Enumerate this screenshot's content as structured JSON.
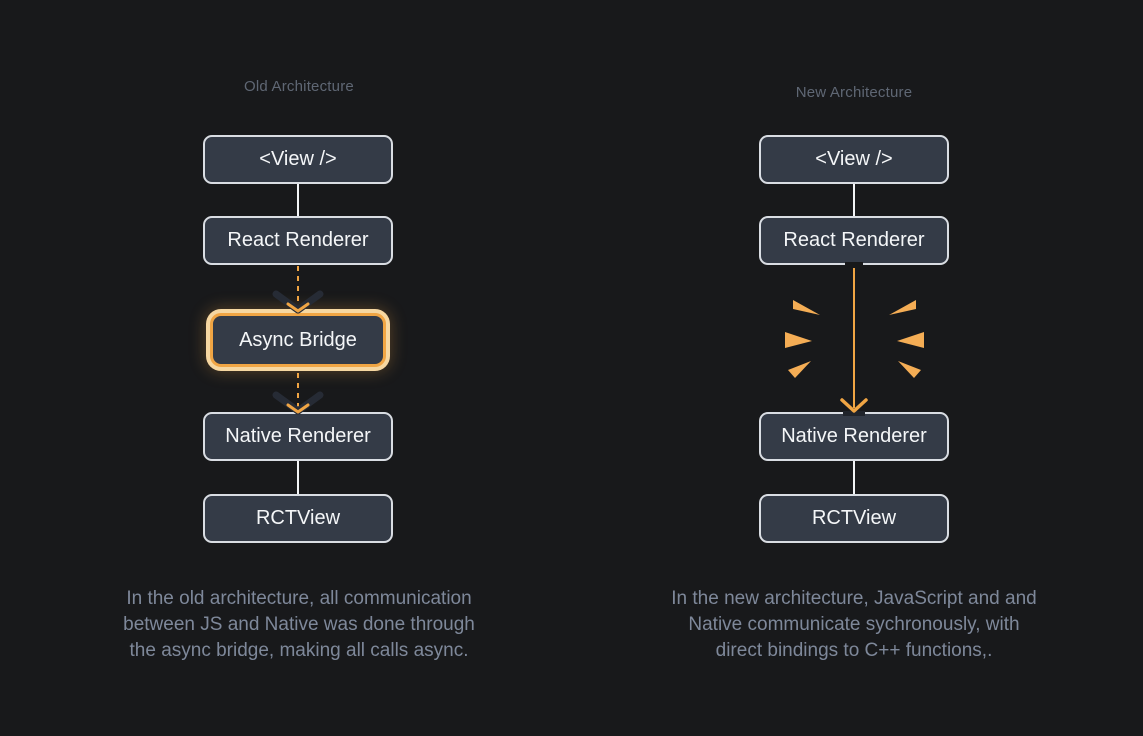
{
  "colors": {
    "background": "#18191b",
    "box_fill": "#343b47",
    "box_border": "#d9dde3",
    "label_text": "#f4f6f8",
    "title_text": "#5f6774",
    "caption_text": "#7e889a",
    "accent_orange": "#f0a544",
    "highlight_ring": "#f6d7a1",
    "burst_orange": "#f4ad55",
    "dark_chevron": "#262b35"
  },
  "icons": {
    "dashed_arrow": "dashed-arrow-down",
    "dark_chevron": "chevron-down",
    "solid_arrow": "arrow-down",
    "burst": "sync-burst-rays"
  },
  "old": {
    "title": "Old Architecture",
    "box_view": "<View />",
    "box_react": "React Renderer",
    "box_bridge": "Async Bridge",
    "box_native": "Native Renderer",
    "box_rctview": "RCTView",
    "caption": "In the old architecture, all communication\nbetween JS and Native was done through\nthe async bridge, making all calls async."
  },
  "new": {
    "title": "New Architecture",
    "box_view": "<View />",
    "box_react": "React Renderer",
    "box_native": "Native Renderer",
    "box_rctview": "RCTView",
    "caption": "In the new architecture, JavaScript and and\nNative communicate sychronously, with\ndirect bindings to C++ functions,."
  }
}
